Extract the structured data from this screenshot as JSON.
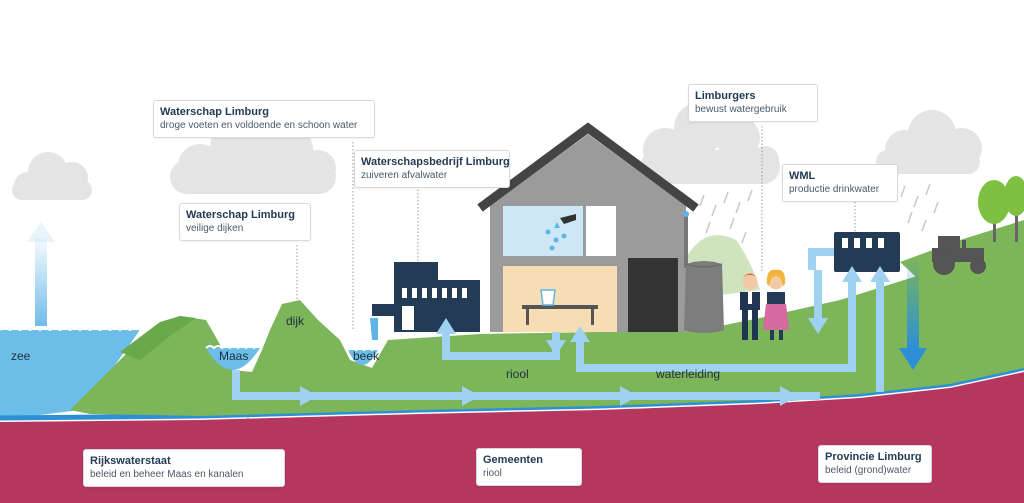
{
  "callouts": {
    "waterschap_top": {
      "title": "Waterschap Limburg",
      "subtitle": "droge voeten en voldoende en schoon water"
    },
    "waterschap_dijken": {
      "title": "Waterschap Limburg",
      "subtitle": "veilige dijken"
    },
    "waterschapsbedrijf": {
      "title": "Waterschapsbedrijf Limburg",
      "subtitle": "zuiveren afvalwater"
    },
    "limburgers": {
      "title": "Limburgers",
      "subtitle": "bewust watergebruik"
    },
    "wml": {
      "title": "WML",
      "subtitle": "productie drinkwater"
    },
    "rijkswaterstaat": {
      "title": "Rijkswaterstaat",
      "subtitle": "beleid en beheer Maas en kanalen"
    },
    "gemeenten": {
      "title": "Gemeenten",
      "subtitle": "riool"
    },
    "provincie": {
      "title": "Provincie Limburg",
      "subtitle": "beleid (grond)water"
    }
  },
  "labels": {
    "zee": "zee",
    "maas": "Maas",
    "dijk": "dijk",
    "beek": "beek",
    "riool": "riool",
    "waterleiding": "waterleiding"
  },
  "colors": {
    "water": "#5fb5e5",
    "water_light": "#a9d6f2",
    "grass": "#7cb55a",
    "grass_dark": "#5f9c44",
    "soil": "#b5365f",
    "building": "#233b54",
    "house_wall": "#9b9b9b",
    "roof": "#444444",
    "cloud": "#e4e4e4"
  }
}
